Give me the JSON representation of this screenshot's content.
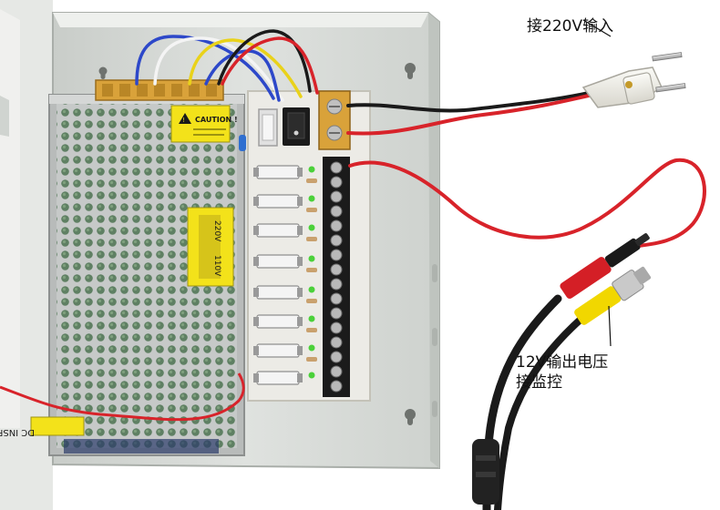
{
  "annotations": {
    "input_label": "接220V输入",
    "output_label_line1": "12V输出电压",
    "output_label_line2": "接监控"
  },
  "psu_module": {
    "caution_title": "CAUTION !",
    "voltage_low": "110V",
    "voltage_high": "220V",
    "bottom_label": "DC INSPE"
  },
  "colors": {
    "enclosure": "#d9ddd9",
    "enclosure_edge": "#b9beba",
    "psu_mesh": "#c9cccb",
    "pcb": "#ecebe6",
    "terminal_black": "#1b1b1b",
    "terminal_orange": "#d9a23a",
    "warning_yellow": "#f3e21a",
    "wire_red": "#d8232a",
    "wire_black": "#1a1a1a",
    "wire_blue": "#2d48c9",
    "wire_yellow": "#e9d21a",
    "wire_white": "#f4f4f4",
    "plug_white": "#f1f0ea",
    "rca_red": "#d41f26",
    "rca_yellow": "#f1d700",
    "led_green": "#4bd13a"
  }
}
